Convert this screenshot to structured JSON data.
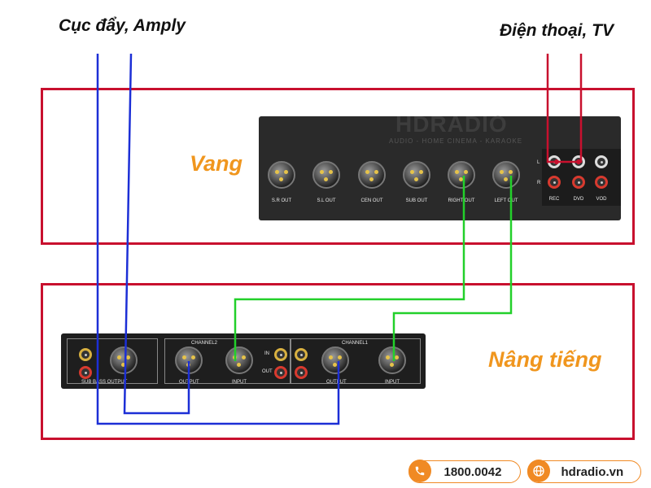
{
  "header": {
    "left_title": "Cục đẩy, Amply",
    "right_title": "Điện thoại, TV"
  },
  "vang": {
    "label": "Vang",
    "watermark": "HDRADIO",
    "watermark_sub": "AUDIO - HOME CINEMA - KARAOKE",
    "outputs": [
      "S.R OUT",
      "S.L OUT",
      "CEN OUT",
      "SUB OUT",
      "RIGHT OUT",
      "LEFT OUT"
    ],
    "inputs": [
      "REC",
      "DVD",
      "VOD"
    ],
    "lr": [
      "L",
      "R"
    ]
  },
  "nang_tieng": {
    "label": "Nâng tiếng",
    "channel2": "CHANNEL2",
    "channel1": "CHANNEL1",
    "sub_bass": "SUB BASS OUTPUT",
    "output": "OUTPUT",
    "input": "INPUT",
    "in": "IN",
    "out": "OUT"
  },
  "footer": {
    "phone": "1800.0042",
    "website": "hdradio.vn",
    "phone_icon": "phone-icon",
    "globe_icon": "globe-icon"
  },
  "colors": {
    "frame": "#c8102e",
    "label": "#f0961e",
    "blue_wire": "#1c2fd6",
    "green_wire": "#22d02a",
    "red_wire": "#c8102e",
    "accent": "#f08a24"
  }
}
